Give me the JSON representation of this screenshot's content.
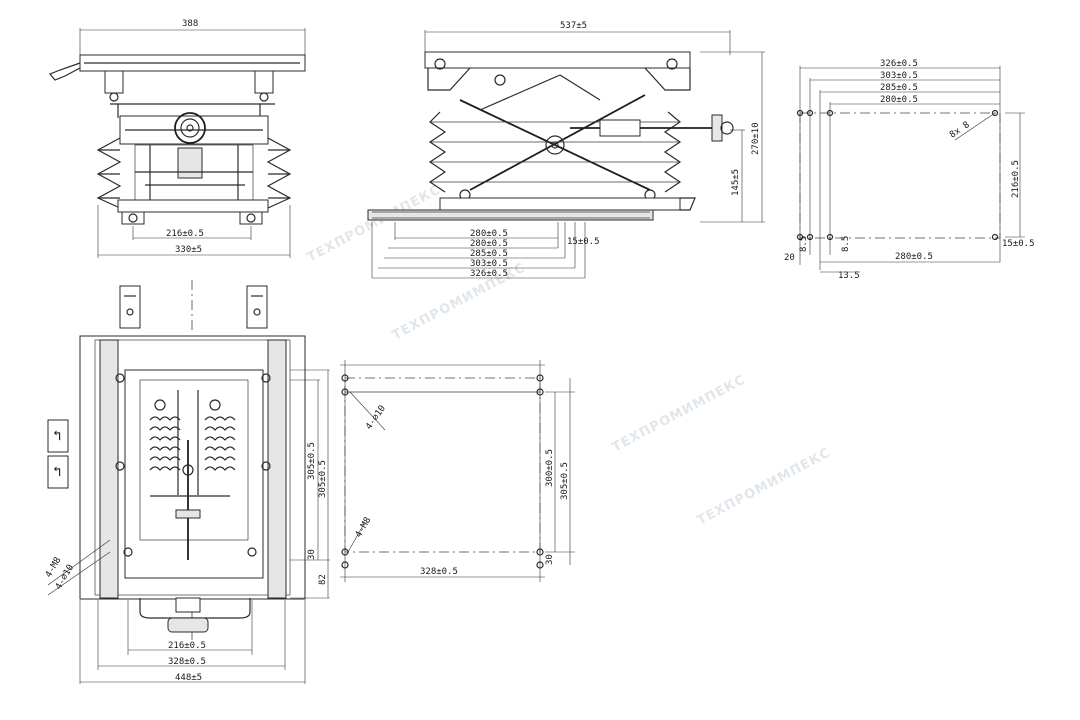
{
  "watermark": "ТЕХПРОМИМПЕКС",
  "front_view": {
    "top_width": "388",
    "rail_spacing": "216±0.5",
    "base_width": "330±5"
  },
  "side_view": {
    "top_length": "537±5",
    "total_height": "270±10",
    "min_height": "145±5",
    "rail_dims": [
      "280±0.5",
      "280±0.5",
      "285±0.5",
      "303±0.5",
      "326±0.5"
    ],
    "offset": "15±0.5"
  },
  "hole_plan_top": {
    "widths": [
      "326±0.5",
      "303±0.5",
      "285±0.5",
      "280±0.5"
    ],
    "slot": "8x 8",
    "depth": "216±0.5",
    "off_a": "8.5",
    "off_b": "20",
    "off_c": "8.5",
    "off_d": "13.5",
    "bottom_width": "280±0.5",
    "off_right": "15±0.5"
  },
  "plan_view": {
    "label_left_1": "4-M8",
    "label_left_2": "4-⌀10",
    "len_a": "305±0.5",
    "len_b": "305±0.5",
    "len_c": "30",
    "len_d": "82",
    "w_inner": "216±0.5",
    "w_mid": "328±0.5",
    "w_total": "448±5",
    "glyph": "↰"
  },
  "hole_plan_bottom": {
    "label_hole": "4-⌀10",
    "label_thread": "4-M8",
    "height_a": "300±0.5",
    "height_b": "305±0.5",
    "offset": "30",
    "width": "328±0.5"
  }
}
